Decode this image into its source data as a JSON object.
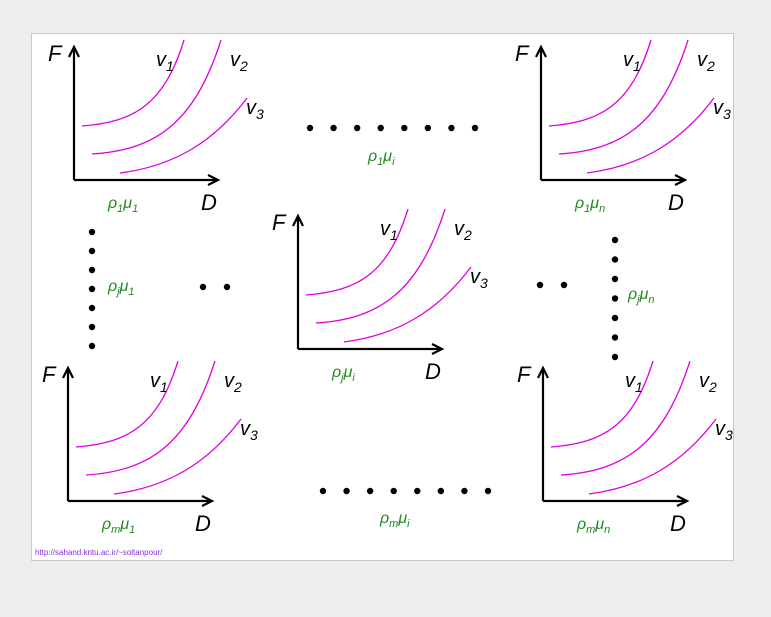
{
  "colors": {
    "curve": "#e000e0",
    "param": "#1f8a1f",
    "axis": "#000000",
    "url": "#8a2be2"
  },
  "axes": {
    "y_label": "F",
    "x_label": "D"
  },
  "curves": [
    {
      "base": "v",
      "sub": "1"
    },
    {
      "base": "v",
      "sub": "2"
    },
    {
      "base": "v",
      "sub": "3"
    }
  ],
  "plots": [
    {
      "id": "top-left",
      "rho": "1",
      "mu": "1"
    },
    {
      "id": "top-right",
      "rho": "1",
      "mu": "n"
    },
    {
      "id": "center",
      "rho": "j",
      "mu": "i"
    },
    {
      "id": "bottom-left",
      "rho": "m",
      "mu": "1"
    },
    {
      "id": "bottom-right",
      "rho": "m",
      "mu": "n"
    }
  ],
  "dot_labels": [
    {
      "id": "top-row",
      "rho": "1",
      "mu": "i"
    },
    {
      "id": "left-column",
      "rho": "j",
      "mu": "1"
    },
    {
      "id": "right-column",
      "rho": "j",
      "mu": "n"
    },
    {
      "id": "bottom-row",
      "rho": "m",
      "mu": "i"
    }
  ],
  "symbols": {
    "rho": "ρ",
    "mu": "μ"
  },
  "footer_url": "http://sahand.kntu.ac.ir/~soltanpour/"
}
